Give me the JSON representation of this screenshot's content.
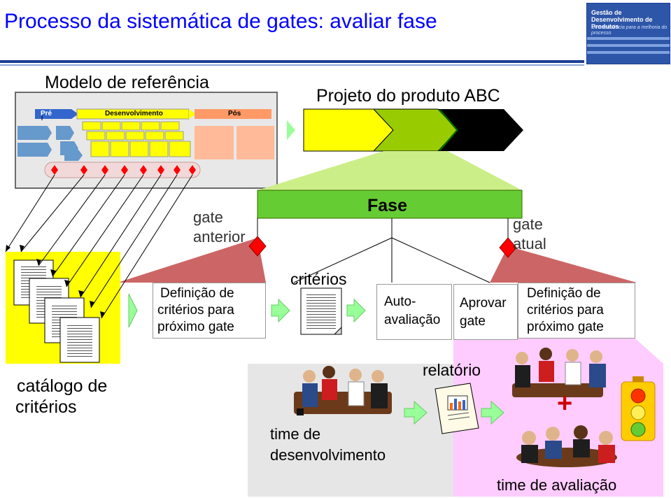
{
  "title": "Processo da sistemática de gates: avaliar fase",
  "logo": {
    "line1": "Gestão de",
    "line2": "Desenvolvimento de Produtos",
    "sub": "Uma referência para a melhoria do processo"
  },
  "reference_model": {
    "label": "Modelo de referência",
    "pre": "Pré",
    "dev": "Desenvolvimento",
    "pos": "Pós"
  },
  "project_label": "Projeto do produto ABC",
  "phase_label": "Fase",
  "gate_previous": [
    "gate",
    "anterior"
  ],
  "gate_current": [
    "gate",
    "atual"
  ],
  "criteria_definition_left": [
    "Definição de",
    "critérios para",
    "próximo gate"
  ],
  "criteria_label": "critérios",
  "self_evaluation": [
    "Auto-",
    "avaliação"
  ],
  "approve_gate": [
    "Aprovar",
    "gate"
  ],
  "criteria_definition_right": [
    "Definição de",
    "critérios para",
    "próximo gate"
  ],
  "catalog_label": [
    "catálogo de",
    "critérios"
  ],
  "report_label": "relatório",
  "dev_team": [
    "time de",
    "desenvolvimento"
  ],
  "plus_sign": "+",
  "eval_team": "time de avaliação",
  "colors": {
    "title_blue": "#0000ff",
    "rule_blue": "#1c3f95",
    "yellow": "#ffff00",
    "light_green": "#99cc00",
    "dark_green": "#006600",
    "black": "#000000",
    "phase_green": "#66cc33",
    "gate_red": "#ff0000",
    "pink": "#ffccff",
    "gray_panel": "#e6e6e6",
    "arrow_green": "#99ff99"
  },
  "icons": [
    "document-stack-icon",
    "document-icon",
    "report-chart-icon",
    "team-meeting-icon",
    "traffic-light-icon",
    "gate-diamond-icon",
    "arrow-right-icon"
  ]
}
